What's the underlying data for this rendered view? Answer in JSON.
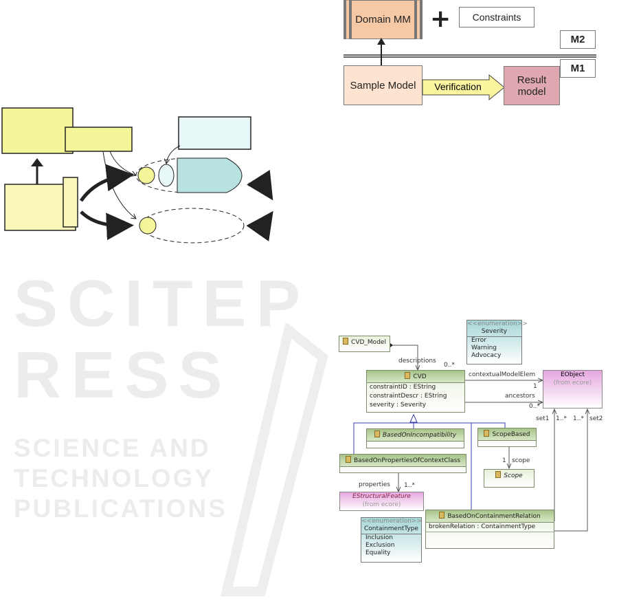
{
  "watermark": {
    "title": "SCITEPRESS",
    "subtitle": "SCIENCE AND TECHNOLOGY PUBLICATIONS"
  },
  "overview_figure": {
    "domain_mm": "Domain MM",
    "plus": "+",
    "constraints": "Constraints",
    "m2": "M2",
    "m1": "M1",
    "sample_model": "Sample Model",
    "verification": "Verification",
    "result_model": "Result model"
  },
  "uml": {
    "cvd_model": "CVD_Model",
    "severity": {
      "stereotype": "<<enumeration>>",
      "name": "Severity",
      "literals": [
        "Error",
        "Warning",
        "Advocacy"
      ]
    },
    "cvd": {
      "name": "CVD",
      "attributes": [
        "constraintID : EString",
        "constraintDescr : EString",
        "severity : Severity"
      ]
    },
    "eobject": {
      "name": "EObject",
      "from": "(from ecore)"
    },
    "based_on_incompatibility": "BasedOnIncompatibility",
    "scope_based": "ScopeBased",
    "based_on_properties": "BasedOnPropertiesOfContextClass",
    "scope": "Scope",
    "estructural_feature": {
      "name": "EStructuralFeature",
      "from": "(from ecore)"
    },
    "containment_type": {
      "stereotype": "<<enumeration>>",
      "name": "ContainmentType",
      "literals": [
        "Inclusion",
        "Exclusion",
        "Equality"
      ]
    },
    "based_on_containment": {
      "name": "BasedOnContainmentRelation",
      "attributes": [
        "brokenRelation : ContainmentType"
      ]
    },
    "labels": {
      "descriptions": "descriptions",
      "descriptions_mult": "0..*",
      "contextual": "contextualModelElem",
      "contextual_mult": "1",
      "ancestors": "ancestors",
      "ancestors_mult": "0..*",
      "set1": "set1",
      "set1_mult": "1..*",
      "set2": "set2",
      "set2_mult": "1..*",
      "scope": "scope",
      "scope_mult": "1",
      "properties": "properties",
      "properties_mult": "1..*"
    }
  }
}
